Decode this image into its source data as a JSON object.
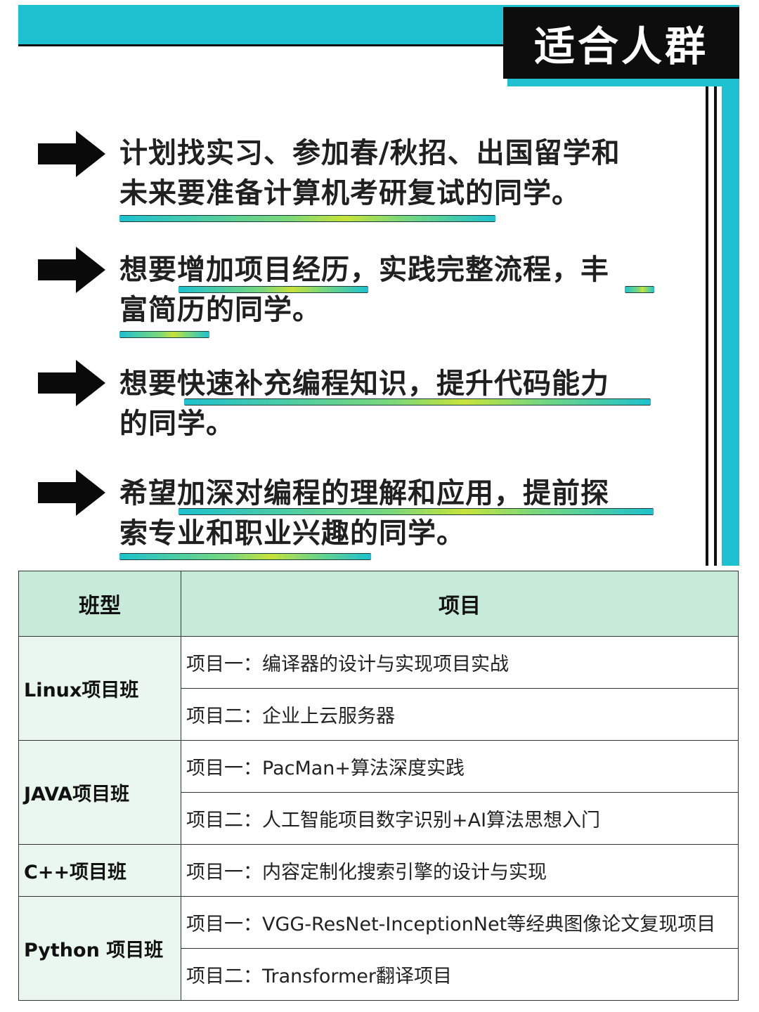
{
  "header": {
    "title": "适合人群",
    "colors": {
      "accent": "#1ec1cf",
      "dark": "#0d0d0d"
    }
  },
  "audience": {
    "items": [
      {
        "line1": "计划找实习、参加春/秋招、出国留学和",
        "line2": "未来要准备计算机考研复试的同学。"
      },
      {
        "line1": "想要增加项目经历，实践完整流程，丰",
        "line2": "富简历的同学。"
      },
      {
        "line1": "想要快速补充编程知识，提升代码能力",
        "line2": "的同学。"
      },
      {
        "line1": "希望加深对编程的理解和应用，提前探",
        "line2": "索专业和职业兴趣的同学。"
      }
    ]
  },
  "table": {
    "headers": {
      "class": "班型",
      "project": "项目"
    },
    "groups": [
      {
        "class": "Linux项目班",
        "projects": [
          "项目一：编译器的设计与实现项目实战",
          "项目二：企业上云服务器"
        ]
      },
      {
        "class": "JAVA项目班",
        "projects": [
          "项目一：PacMan+算法深度实践",
          "项目二：人工智能项目数字识别+AI算法思想入门"
        ]
      },
      {
        "class": "C++项目班",
        "projects": [
          "项目一：内容定制化搜索引擎的设计与实现"
        ]
      },
      {
        "class": "Python 项目班",
        "projects": [
          "项目一：VGG-ResNet-InceptionNet等经典图像论文复现项目",
          "项目二：Transformer翻译项目"
        ]
      }
    ]
  }
}
